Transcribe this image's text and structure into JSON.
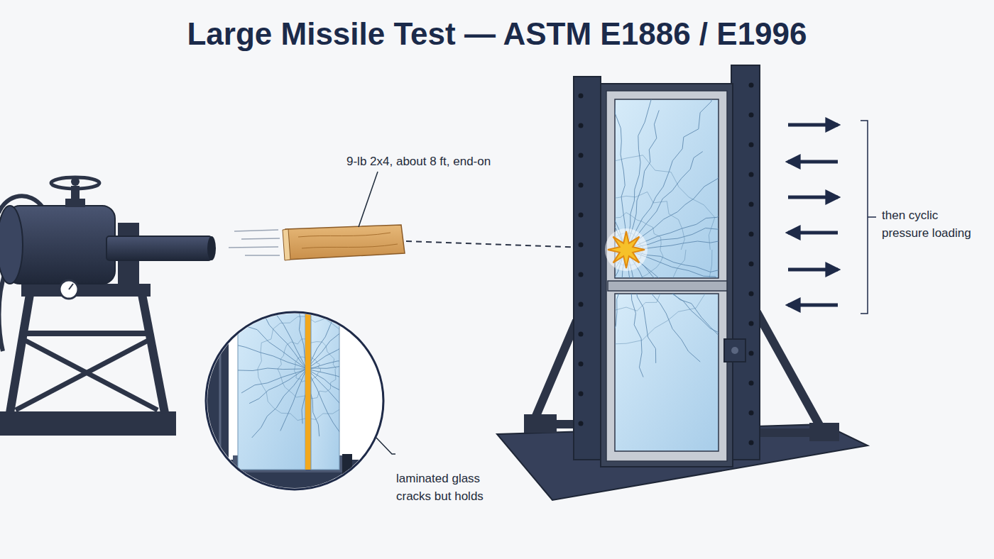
{
  "diagram": {
    "title": "Large Missile Test — ASTM E1886 / E1996",
    "labels": [
      "9-lb 2x4, about 8 ft, end-on",
      "then cyclic pressure loading",
      "laminated glass cracks but holds"
    ]
  }
}
